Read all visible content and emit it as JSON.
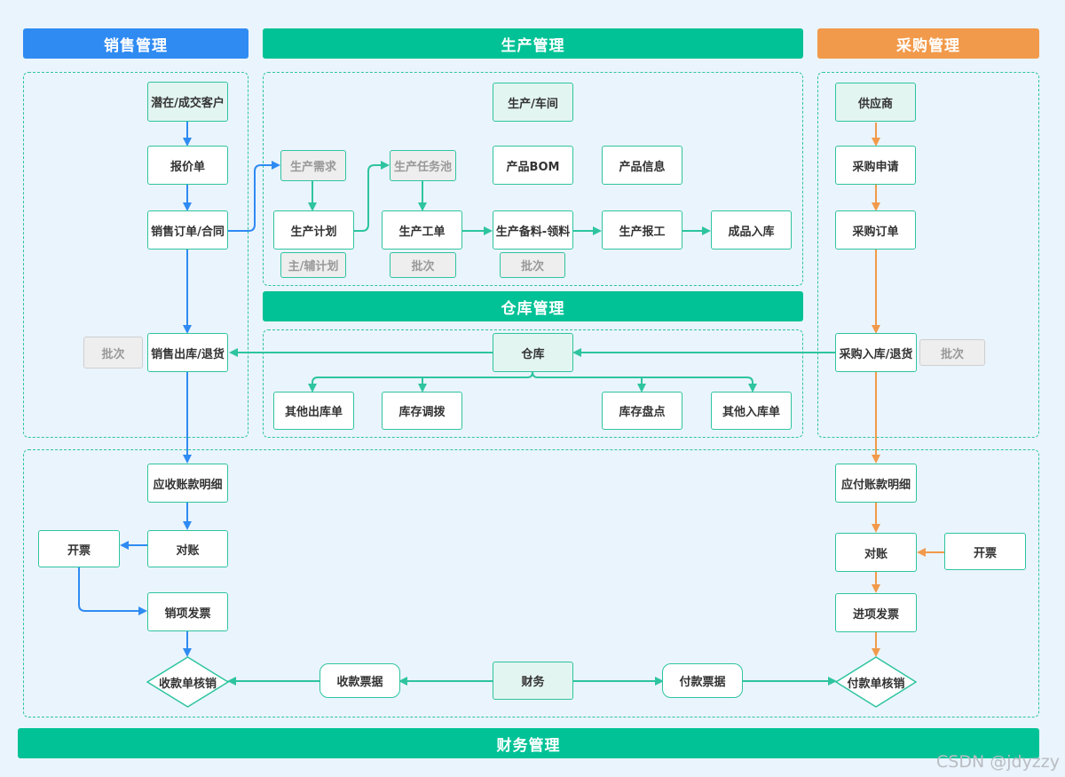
{
  "headers": {
    "sales": "销售管理",
    "production": "生产管理",
    "purchase": "采购管理",
    "warehouse": "仓库管理",
    "finance": "财务管理"
  },
  "colors": {
    "sales_blue": "#2f8bf2",
    "production_green": "#00c296",
    "purchase_orange": "#f19a4b",
    "line_green": "#2ec4a0",
    "line_blue": "#2f8bf2",
    "line_orange": "#f19a4b",
    "background": "#eaf4fc"
  },
  "sales": {
    "customer": "潜在/成交客户",
    "quote": "报价单",
    "order": "销售订单/合同",
    "outbound": "销售出库/退货",
    "batch": "批次"
  },
  "production": {
    "workshop": "生产/车间",
    "demand": "生产需求",
    "task_pool": "生产任务池",
    "bom": "产品BOM",
    "product_info": "产品信息",
    "plan": "生产计划",
    "work_order": "生产工单",
    "material": "生产备料-领料",
    "report": "生产报工",
    "finished_in": "成品入库",
    "main_plan": "主/辅计划",
    "batch1": "批次",
    "batch2": "批次"
  },
  "purchase": {
    "supplier": "供应商",
    "request": "采购申请",
    "order": "采购订单",
    "inbound": "采购入库/退货",
    "batch": "批次"
  },
  "warehouse": {
    "store": "仓库",
    "other_out": "其他出库单",
    "transfer": "库存调拨",
    "stocktake": "库存盘点",
    "other_in": "其他入库单"
  },
  "finance": {
    "receivable": "应收账款明细",
    "reconcile_ar": "对账",
    "invoice_ar": "开票",
    "sales_invoice": "销项发票",
    "receipt_verify": "收款单核销",
    "receipt_bill": "收款票据",
    "finance": "财务",
    "payment_bill": "付款票据",
    "payment_verify": "付款单核销",
    "payable": "应付账款明细",
    "reconcile_ap": "对账",
    "invoice_ap": "开票",
    "input_invoice": "进项发票"
  },
  "watermark": "CSDN @jdyzzy"
}
